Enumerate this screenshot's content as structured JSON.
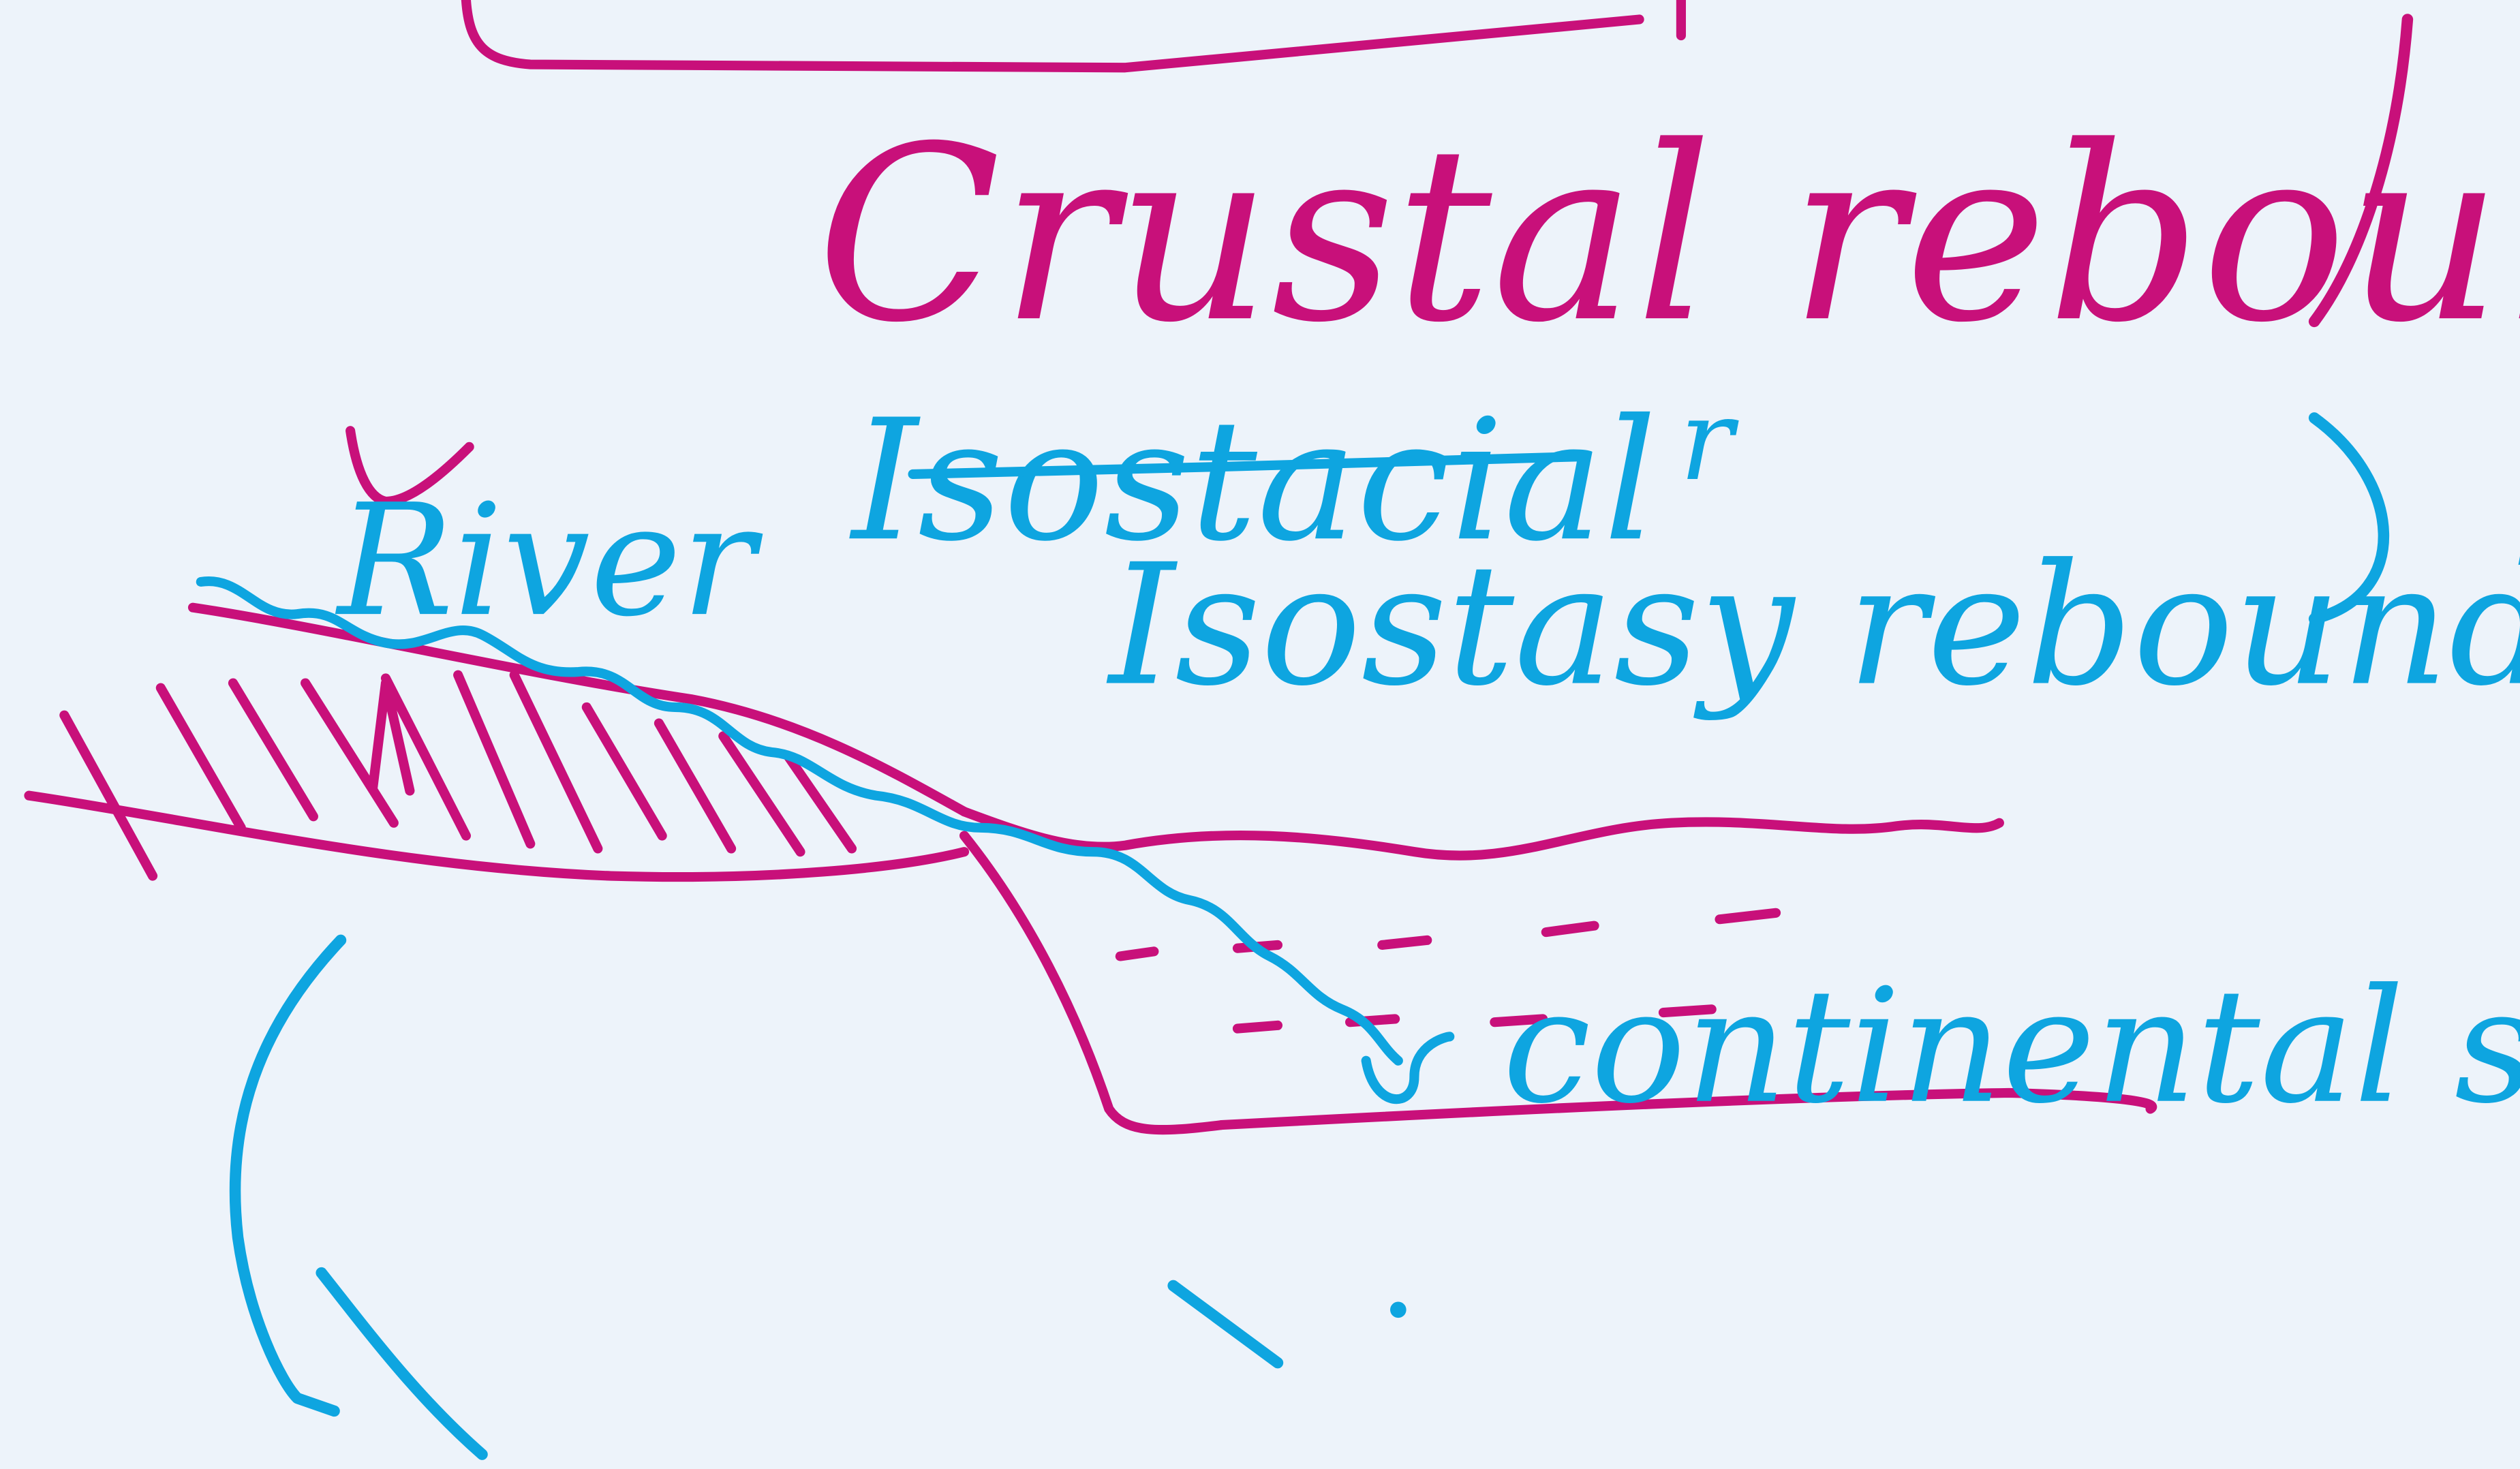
{
  "colors": {
    "background": "#edf3fa",
    "pink_ink": "#c8107a",
    "blue_ink": "#0ea5e0"
  },
  "title": "Crustal rebound.",
  "notes": {
    "struck_word": "Isostacial",
    "correction_mark": "r",
    "phrase": "Isostasy rebound"
  },
  "labels": {
    "river": "River",
    "continental_shelf": "continental shelf"
  }
}
